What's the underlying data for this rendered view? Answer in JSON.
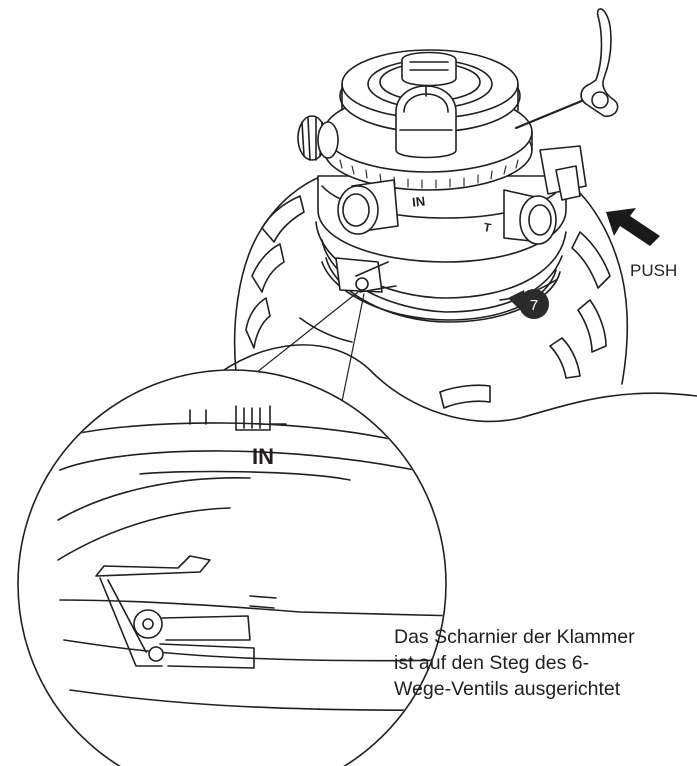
{
  "labels": {
    "push": "PUSH",
    "step_number": "7",
    "valve_port_in": "IN",
    "detail_port_in": "IN",
    "port_out_partial": "T"
  },
  "callout_lines": [
    "Das Scharnier der Klammer",
    "ist auf den Steg des 6-",
    "Wege-Ventils ausgerichtet"
  ],
  "colors": {
    "line": "#231f20",
    "arrow": "#1a1a1a",
    "badge": "#2b2b2b",
    "badge_text": "#ffffff",
    "background": "#ffffff"
  }
}
